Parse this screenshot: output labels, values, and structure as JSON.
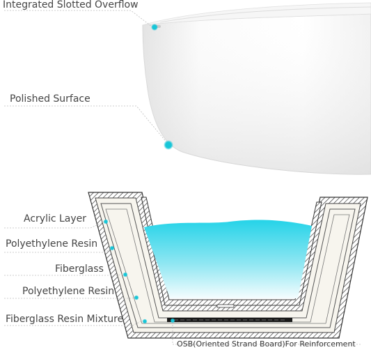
{
  "callouts": {
    "overflow": "Integrated Slotted Overflow",
    "surface": "Polished  Surface"
  },
  "layers": [
    "Acrylic Layer",
    "Polyethylene Resin",
    "Fiberglass",
    "Polyethylene Resin",
    "Fiberglass Resin Mixture"
  ],
  "base_label": "OSB(Oriented Strand Board)For Reinforcement",
  "colors": {
    "accent": "#17c6d8",
    "water": "#27d6ea",
    "hatch": "#444444"
  }
}
